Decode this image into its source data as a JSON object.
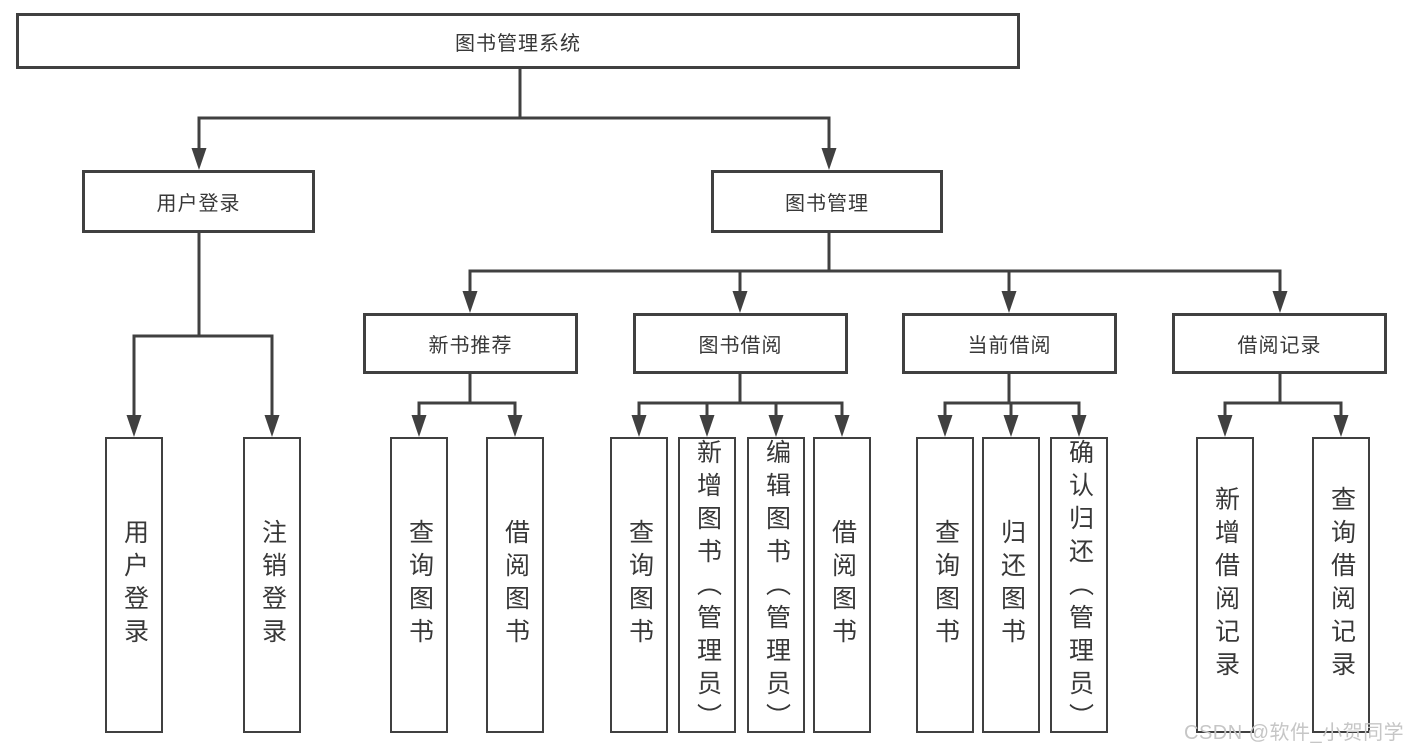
{
  "colors": {
    "line": "#404040",
    "text": "#383838",
    "background": "#ffffff",
    "watermark": "#c6c6c6"
  },
  "tree": {
    "label": "图书管理系统",
    "children": [
      {
        "label": "用户登录",
        "children": [
          {
            "label": "用户登录"
          },
          {
            "label": "注销登录"
          }
        ]
      },
      {
        "label": "图书管理",
        "children": [
          {
            "label": "新书推荐",
            "children": [
              {
                "label": "查询图书"
              },
              {
                "label": "借阅图书"
              }
            ]
          },
          {
            "label": "图书借阅",
            "children": [
              {
                "label": "查询图书"
              },
              {
                "label": "新增图书（管理员）"
              },
              {
                "label": "编辑图书（管理员）"
              },
              {
                "label": "借阅图书"
              }
            ]
          },
          {
            "label": "当前借阅",
            "children": [
              {
                "label": "查询图书"
              },
              {
                "label": "归还图书"
              },
              {
                "label": "确认归还（管理员）"
              }
            ]
          },
          {
            "label": "借阅记录",
            "children": [
              {
                "label": "新增借阅记录"
              },
              {
                "label": "查询借阅记录"
              }
            ]
          }
        ]
      }
    ]
  },
  "watermark": {
    "text": "CSDN @软件_小贺同学"
  }
}
